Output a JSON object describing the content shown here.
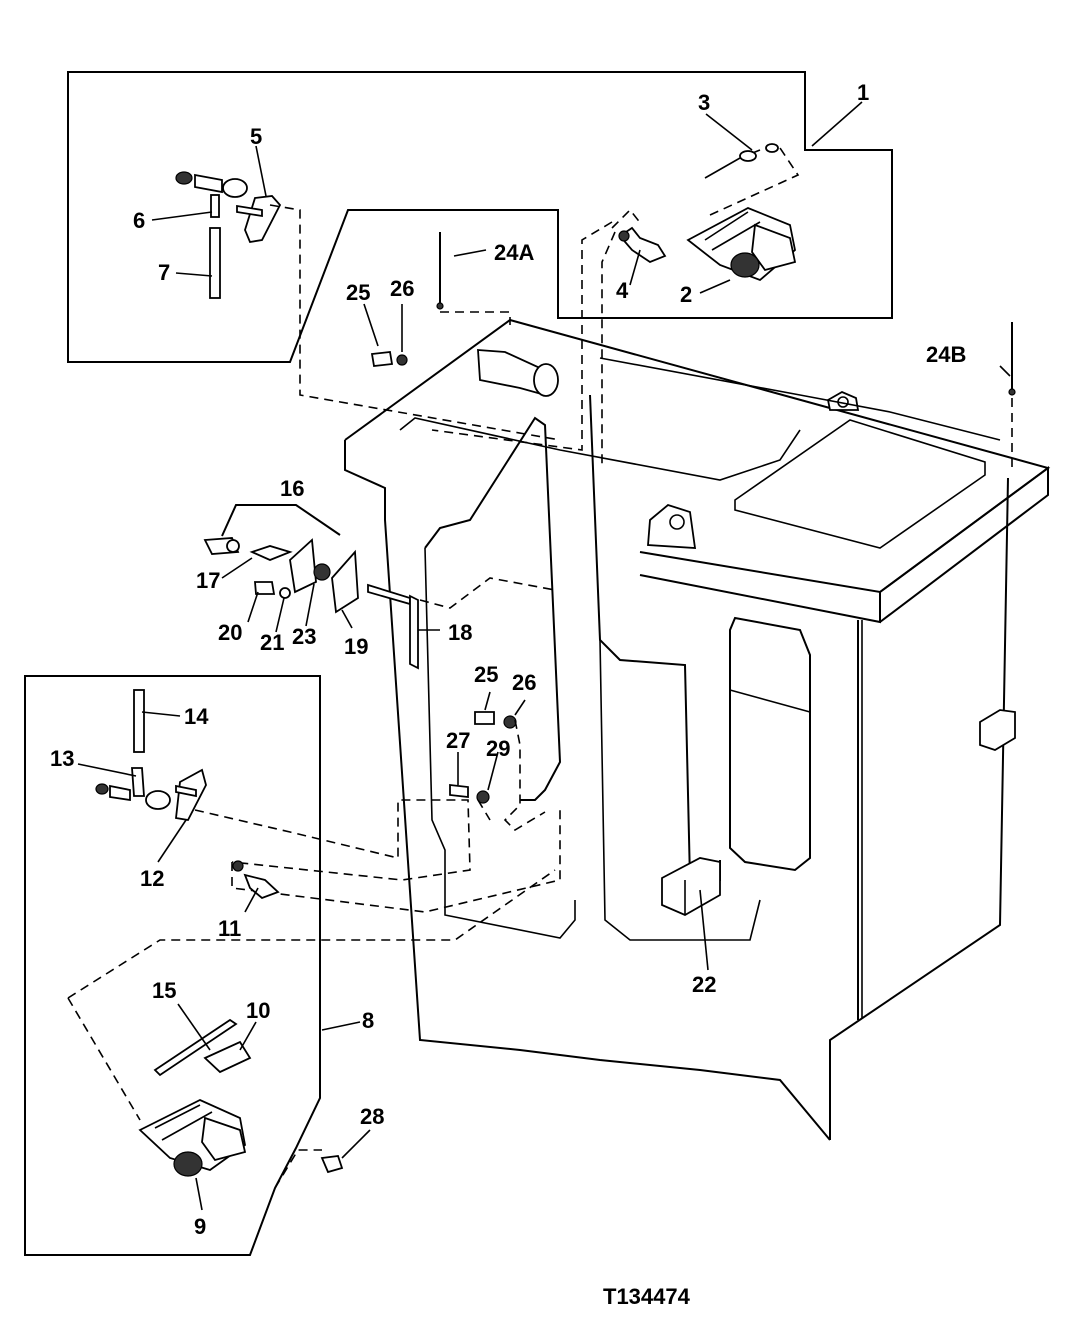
{
  "figure": {
    "id": "T134474"
  },
  "callouts": {
    "c1": "1",
    "c2": "2",
    "c3": "3",
    "c4": "4",
    "c5": "5",
    "c6": "6",
    "c7": "7",
    "c8": "8",
    "c9": "9",
    "c10": "10",
    "c11": "11",
    "c12": "12",
    "c13": "13",
    "c14": "14",
    "c15": "15",
    "c16": "16",
    "c17": "17",
    "c18": "18",
    "c19": "19",
    "c20": "20",
    "c21": "21",
    "c22": "22",
    "c23": "23",
    "c24a": "24A",
    "c24b": "24B",
    "c25a": "25",
    "c25b": "25",
    "c26a": "26",
    "c26b": "26",
    "c27": "27",
    "c28": "28",
    "c29": "29"
  }
}
